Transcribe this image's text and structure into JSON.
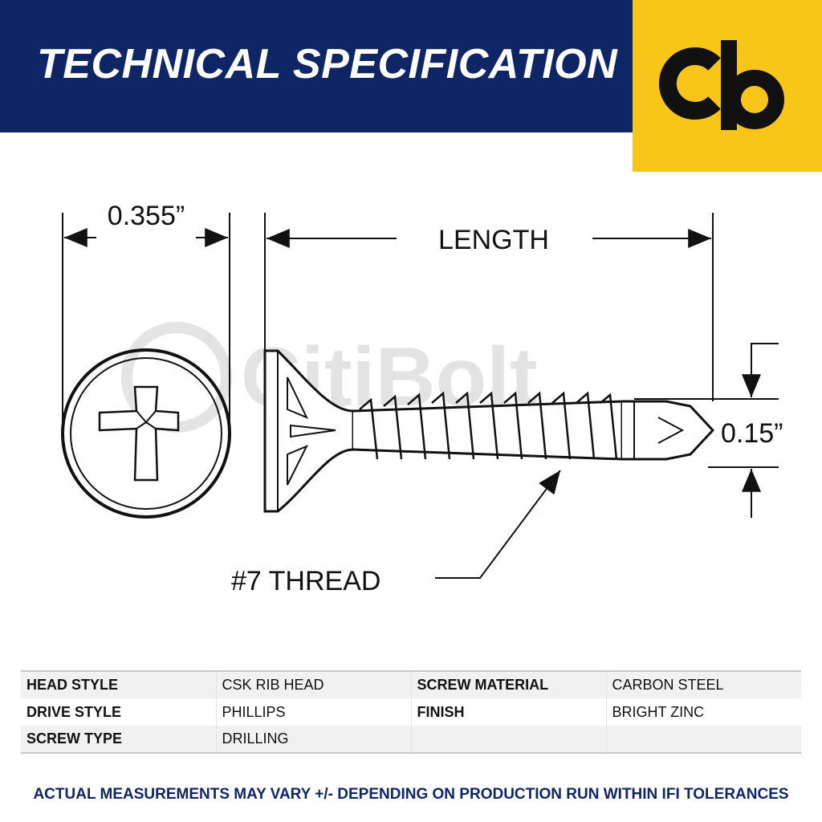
{
  "header": {
    "title": "TECHNICAL SPECIFICATION",
    "logo_text": "cb"
  },
  "colors": {
    "navy": "#0f2666",
    "yellow": "#f9c518",
    "line": "#111111"
  },
  "drawing": {
    "head_diameter_label": "0.355”",
    "length_label": "LENGTH",
    "tip_diameter_label": "0.15”",
    "thread_label": "#7 THREAD",
    "watermark": "CitiBolt"
  },
  "specs": {
    "rows": [
      {
        "label1": "HEAD STYLE",
        "value1": "CSK RIB HEAD",
        "label2": "SCREW MATERIAL",
        "value2": "CARBON STEEL"
      },
      {
        "label1": "DRIVE STYLE",
        "value1": "PHILLIPS",
        "label2": "FINISH",
        "value2": "BRIGHT ZINC"
      },
      {
        "label1": "SCREW TYPE",
        "value1": "DRILLING",
        "label2": "",
        "value2": ""
      }
    ]
  },
  "footer": {
    "disclaimer": "ACTUAL MEASUREMENTS MAY VARY +/- DEPENDING ON PRODUCTION RUN WITHIN IFI TOLERANCES"
  }
}
